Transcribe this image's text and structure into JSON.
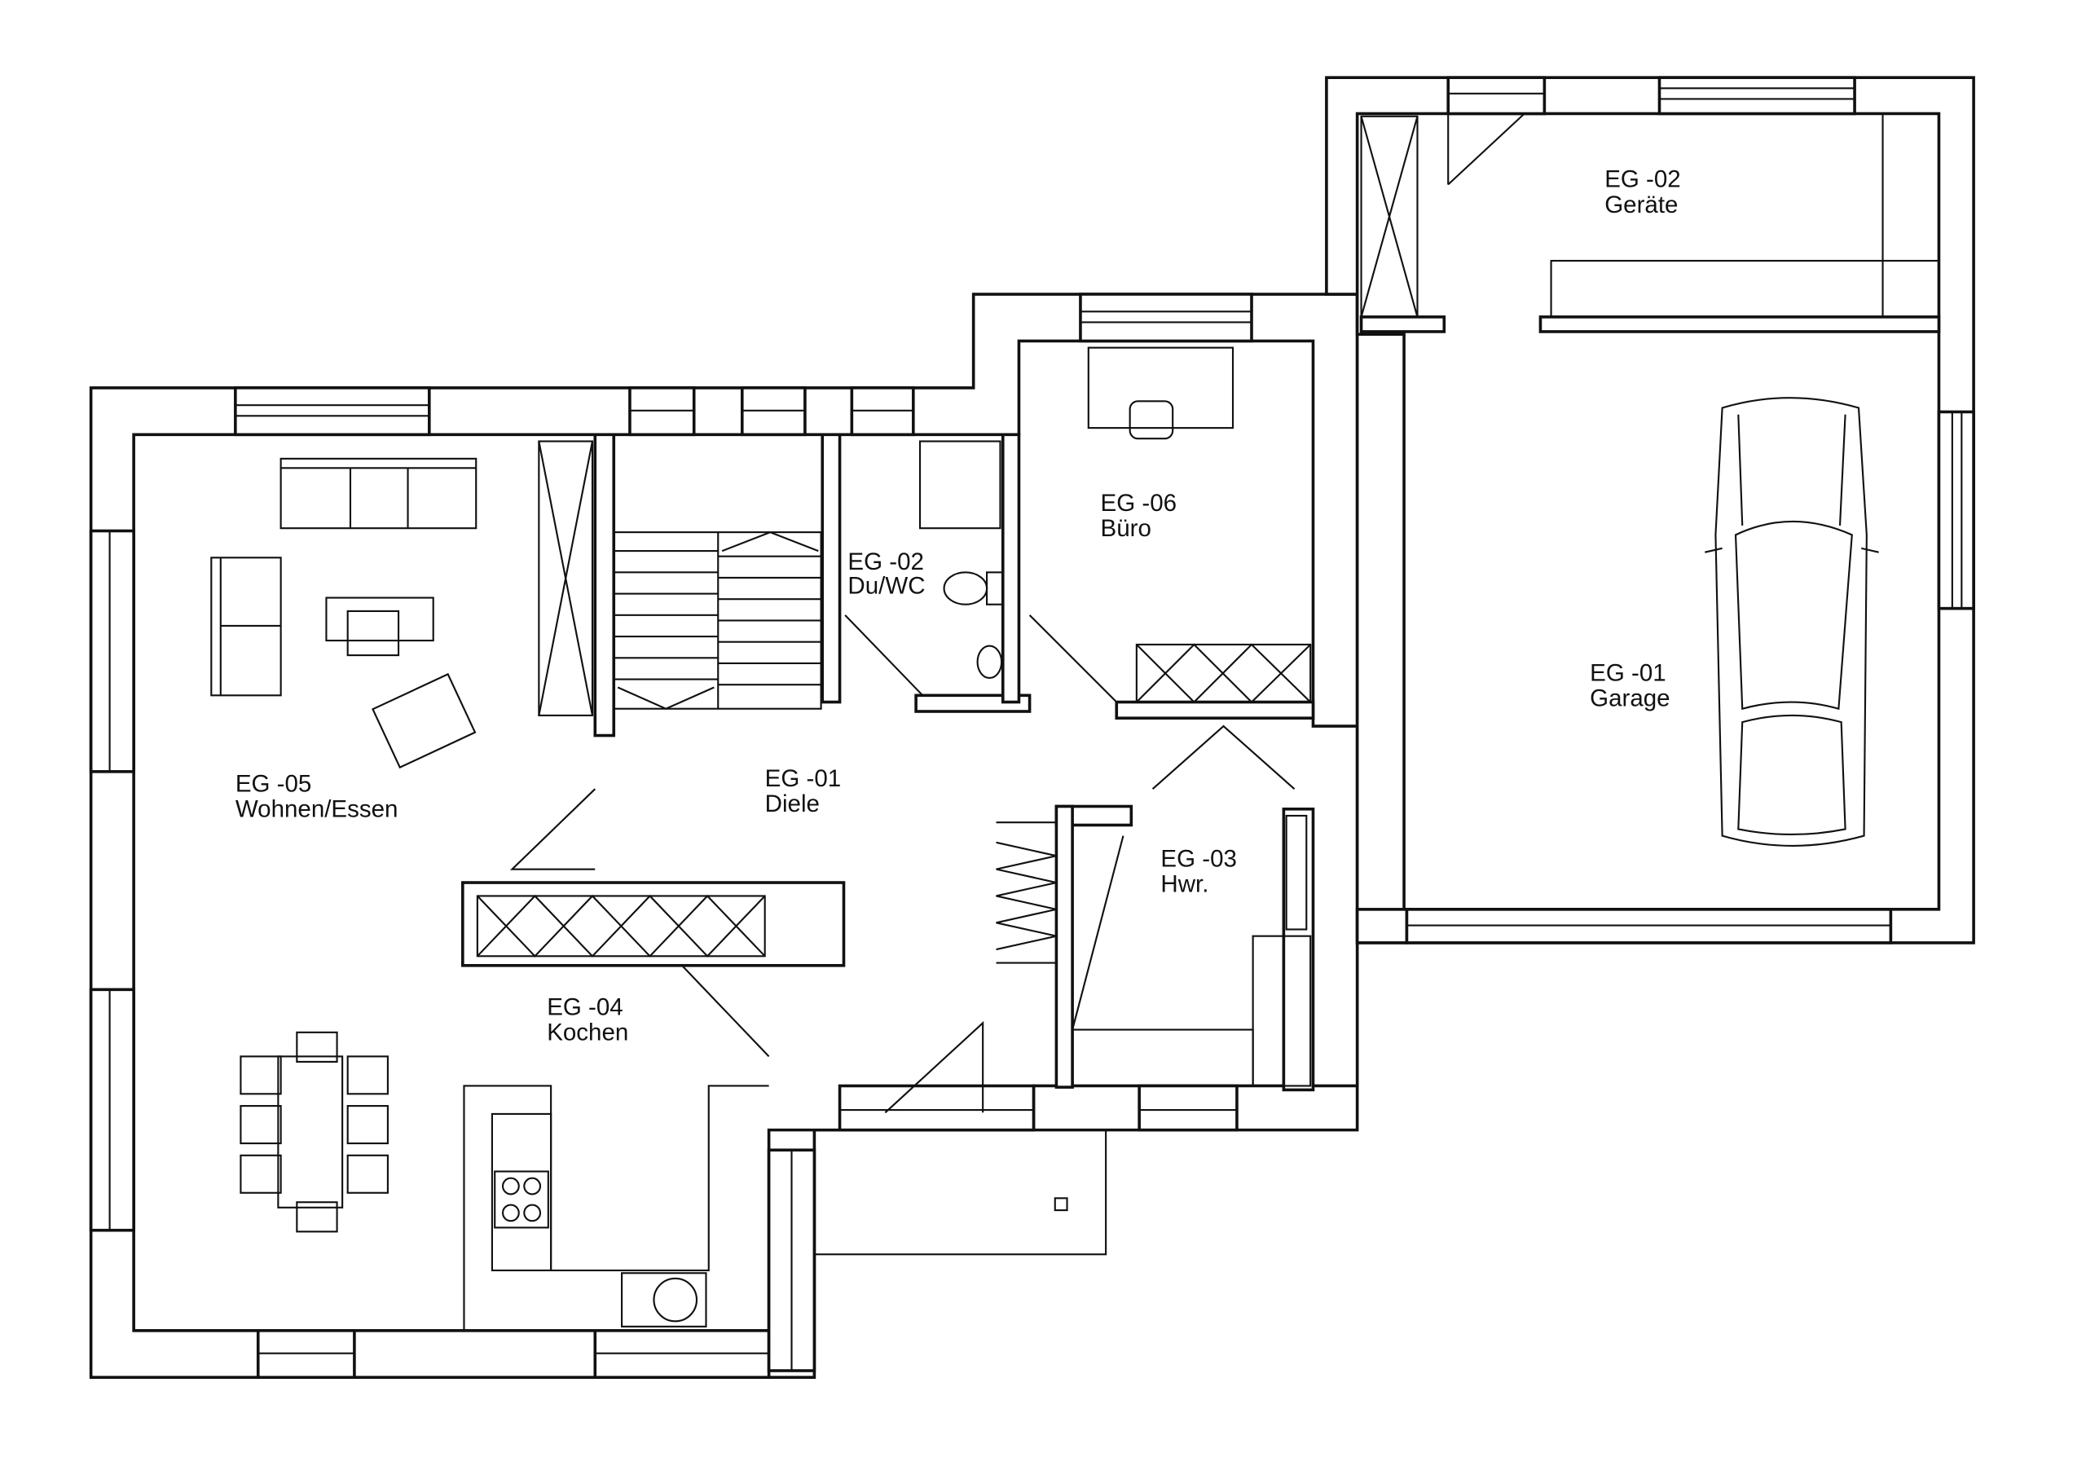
{
  "title": "Erdgeschoss Grundriss",
  "rooms": [
    {
      "code": "EG -05",
      "name": "Wohnen/Essen"
    },
    {
      "code": "EG -01",
      "name": "Diele"
    },
    {
      "code": "EG -02",
      "name": "Du/WC"
    },
    {
      "code": "EG -06",
      "name": "Büro"
    },
    {
      "code": "EG -02",
      "name": "Geräte"
    },
    {
      "code": "EG -01",
      "name": "Garage"
    },
    {
      "code": "EG -03",
      "name": "Hwr."
    },
    {
      "code": "EG -04",
      "name": "Kochen"
    }
  ],
  "colors": {
    "line": "#111111",
    "background": "#ffffff"
  }
}
